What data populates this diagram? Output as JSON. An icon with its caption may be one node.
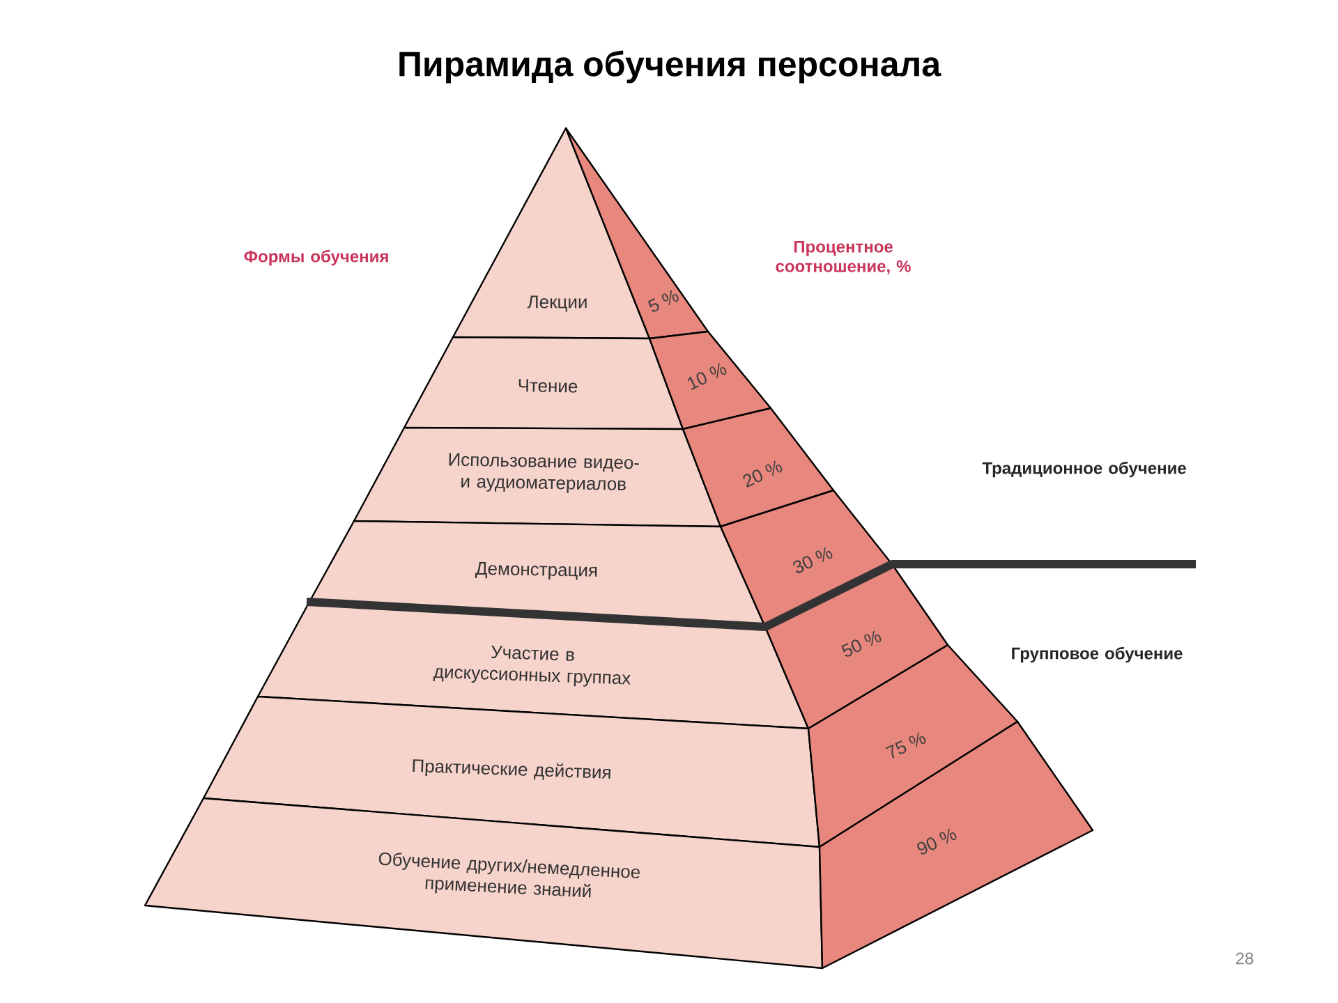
{
  "diagram": {
    "title": "Пирамида обучения персонала",
    "nodes": [
      {
        "text": [
          "Лекции"
        ]
      },
      {
        "text": [
          "Чтение"
        ]
      },
      {
        "text": [
          "Использование видео- и аудиоматериалов"
        ]
      },
      {
        "text": [
          "Демонстрация"
        ]
      },
      {
        "text": [
          "Участие в дискуссионных группах"
        ]
      },
      {
        "text": [
          "Практические действия"
        ]
      },
      {
        "text": [
          "Обучение других/немедленное применение знаний"
        ]
      },
      {
        "text": [
          "5 %"
        ]
      },
      {
        "text": [
          "10 %"
        ]
      },
      {
        "text": [
          "20 %"
        ]
      },
      {
        "text": [
          "30 %"
        ]
      },
      {
        "text": [
          "50 %"
        ]
      },
      {
        "text": [
          "75 %"
        ]
      },
      {
        "text": [
          "90 %"
        ]
      }
    ],
    "labels": [
      "Формы обучения",
      "Процентное соотношение, %",
      "Традиционное обучение",
      "Групповое обучение",
      "28"
    ]
  }
}
